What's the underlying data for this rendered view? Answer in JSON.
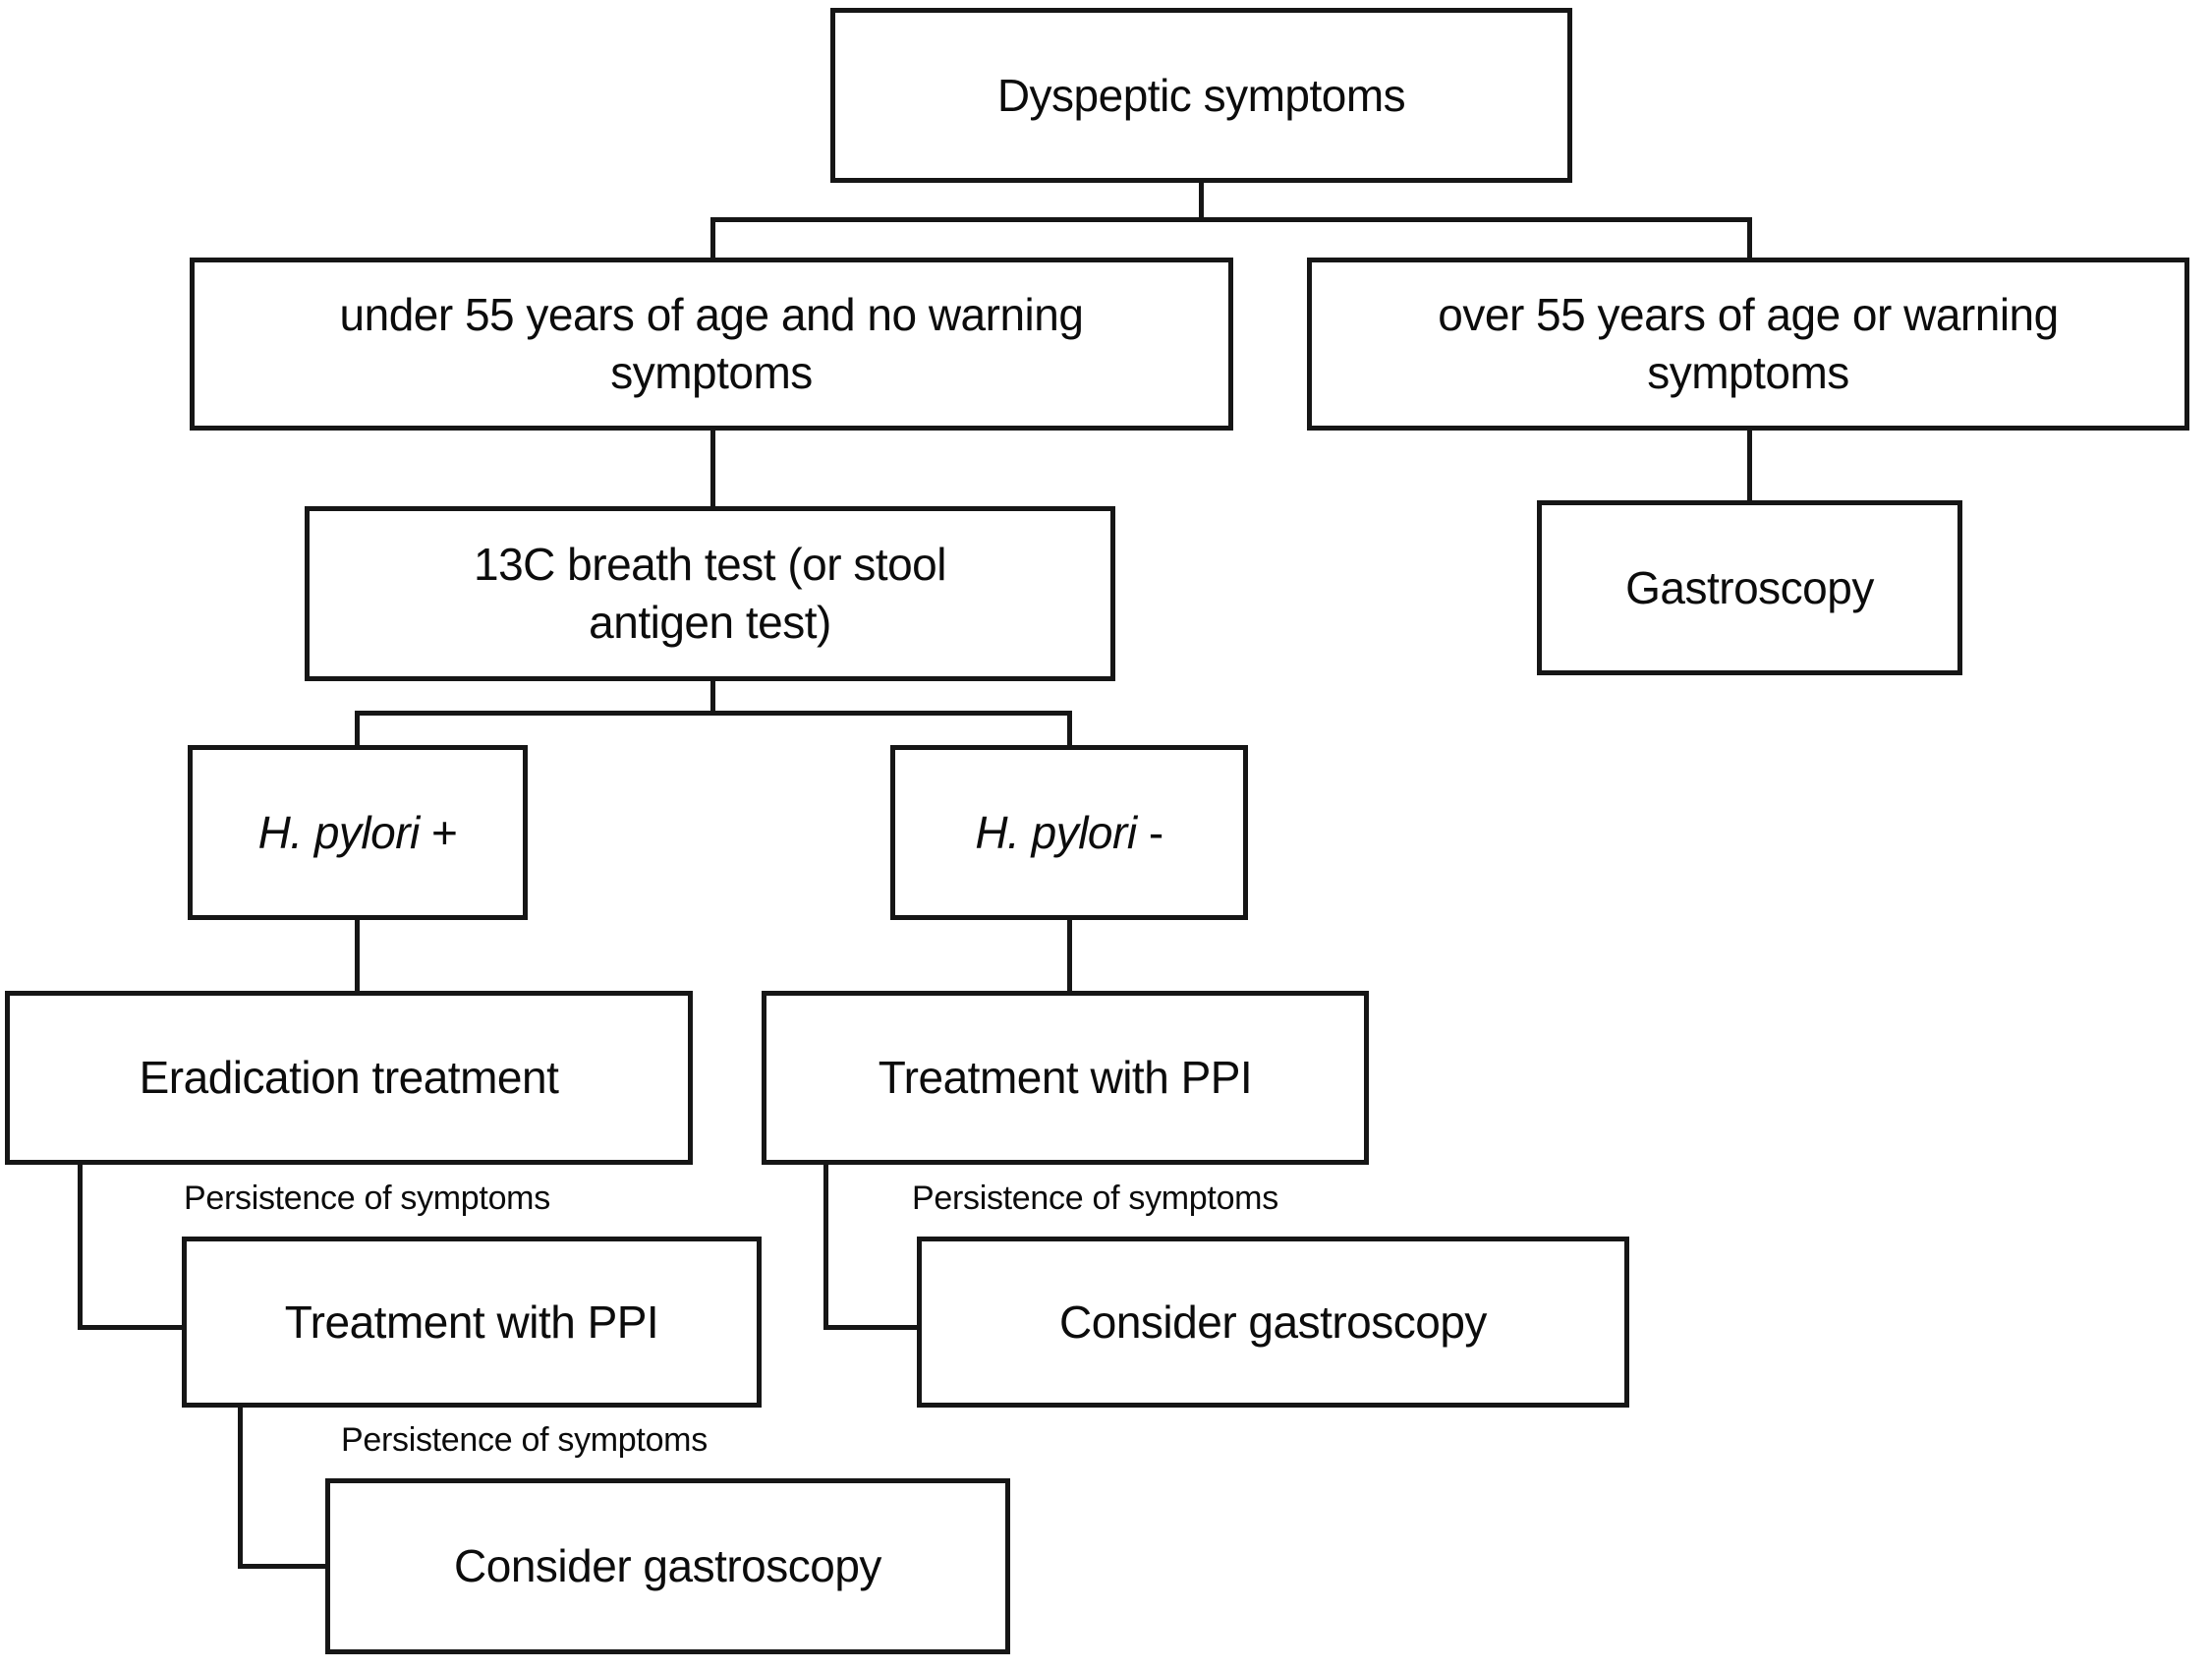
{
  "nodes": {
    "dyspeptic": {
      "label": "Dyspeptic symptoms"
    },
    "under55": {
      "label": "under 55 years of age and no warning\nsymptoms"
    },
    "over55": {
      "label": "over 55 years of age or warning\nsymptoms"
    },
    "breath_test": {
      "label": "13C breath test (or stool\nantigen test)"
    },
    "gastroscopy": {
      "label": "Gastroscopy"
    },
    "hpylori_pos": {
      "italic": "H. pylori",
      "suffix": " +"
    },
    "hpylori_neg": {
      "italic": "H. pylori",
      "suffix": " -"
    },
    "eradication": {
      "label": "Eradication treatment"
    },
    "ppi_right": {
      "label": "Treatment with PPI"
    },
    "ppi_left": {
      "label": "Treatment with PPI"
    },
    "consider_right": {
      "label": "Consider gastroscopy"
    },
    "consider_left": {
      "label": "Consider gastroscopy"
    }
  },
  "edge_labels": [
    "Persistence of symptoms",
    "Persistence of symptoms",
    "Persistence of symptoms"
  ],
  "colors": {
    "line": "#161616",
    "text": "#0c0c0c",
    "background": "#ffffff"
  }
}
